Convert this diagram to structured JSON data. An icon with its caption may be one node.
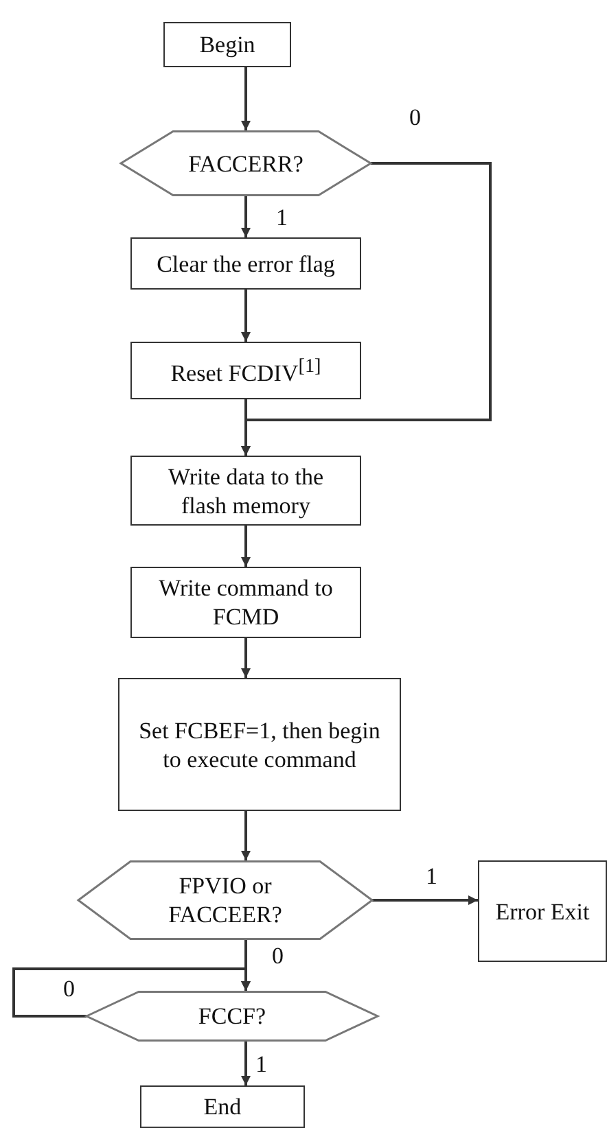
{
  "diagram": {
    "nodes": [
      {
        "text": [
          "Begin"
        ]
      },
      {
        "text": [
          "FACCERR?"
        ]
      },
      {
        "text": [
          "Clear the error flag"
        ]
      },
      {
        "text": [
          "Reset FCDIV$^{[1]}$"
        ]
      },
      {
        "text": [
          "Write data to the flash memory"
        ]
      },
      {
        "text": [
          "Write command to FCMD"
        ]
      },
      {
        "text": [
          "Set FCBEF=1, then begin to execute command"
        ]
      },
      {
        "text": [
          "FPVIO or FACCEER?"
        ]
      },
      {
        "text": [
          "Error Exit"
        ]
      },
      {
        "text": [
          "FCCF?"
        ]
      },
      {
        "text": [
          "End"
        ]
      }
    ],
    "edges": [
      {
        "from": 0,
        "to": 1,
        "arrow": "to"
      },
      {
        "from": 1,
        "to": 2,
        "arrow": "to",
        "label": "1"
      },
      {
        "from": 2,
        "to": 3,
        "arrow": "to"
      },
      {
        "from": 3,
        "to": 4,
        "arrow": "to"
      },
      {
        "from": 1,
        "to": 4,
        "arrow": "to",
        "label": "0"
      },
      {
        "from": 4,
        "to": 5,
        "arrow": "to"
      },
      {
        "from": 5,
        "to": 6,
        "arrow": "to"
      },
      {
        "from": 6,
        "to": 7,
        "arrow": "to"
      },
      {
        "from": 7,
        "to": 8,
        "arrow": "to",
        "label": "1"
      },
      {
        "from": 7,
        "to": 9,
        "arrow": "to",
        "label": "0"
      },
      {
        "from": 9,
        "to": 9,
        "arrow": "to",
        "label": "0"
      },
      {
        "from": 9,
        "to": 10,
        "arrow": "to",
        "label": "1"
      }
    ]
  }
}
